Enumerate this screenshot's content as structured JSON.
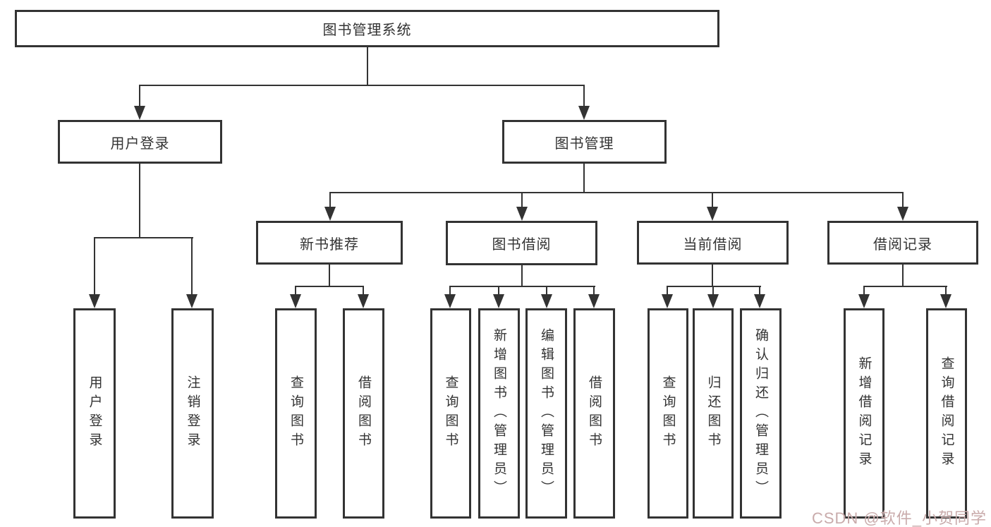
{
  "tree": {
    "label": "图书管理系统",
    "children": [
      {
        "label": "用户登录",
        "children": [
          {
            "label": "用户登录"
          },
          {
            "label": "注销登录"
          }
        ]
      },
      {
        "label": "图书管理",
        "children": [
          {
            "label": "新书推荐",
            "children": [
              {
                "label": "查询图书"
              },
              {
                "label": "借阅图书"
              }
            ]
          },
          {
            "label": "图书借阅",
            "children": [
              {
                "label": "查询图书"
              },
              {
                "label": "新增图书（管理员）"
              },
              {
                "label": "编辑图书（管理员）"
              },
              {
                "label": "借阅图书"
              }
            ]
          },
          {
            "label": "当前借阅",
            "children": [
              {
                "label": "查询图书"
              },
              {
                "label": "归还图书"
              },
              {
                "label": "确认归还（管理员）"
              }
            ]
          },
          {
            "label": "借阅记录",
            "children": [
              {
                "label": "新增借阅记录"
              },
              {
                "label": "查询借阅记录"
              }
            ]
          }
        ]
      }
    ]
  },
  "watermark": {
    "text": "CSDN @软件_小贺同学"
  },
  "colors": {
    "line": "#333333",
    "background": "#ffffff",
    "watermark": "#c9abab"
  }
}
